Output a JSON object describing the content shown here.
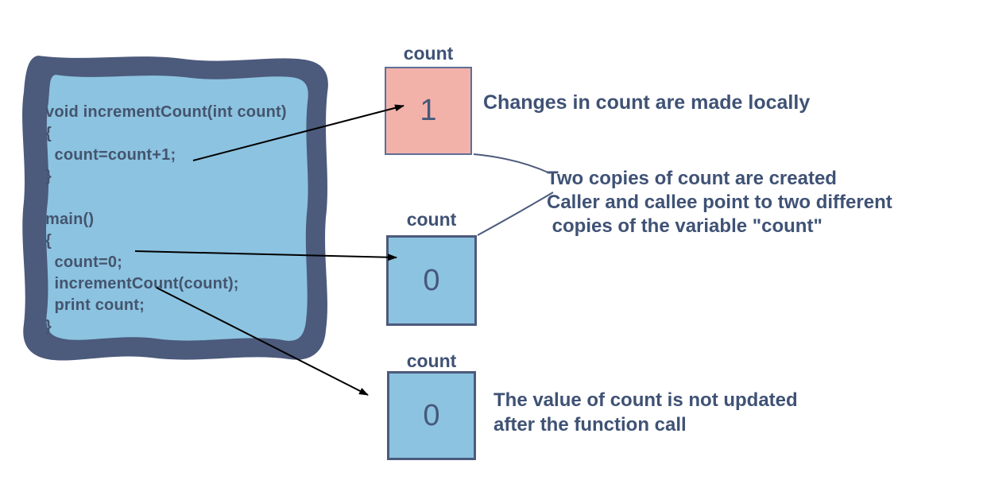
{
  "panel": {
    "code_lines": [
      "void incrementCount(int count)",
      "{",
      "  count=count+1;",
      "}",
      "",
      "main()",
      "{",
      "  count=0;",
      "  incrementCount(count);",
      "  print count;",
      "}"
    ]
  },
  "boxes": {
    "callee": {
      "label": "count",
      "value": "1"
    },
    "caller": {
      "label": "count",
      "value": "0"
    },
    "final": {
      "label": "count",
      "value": "0"
    }
  },
  "annotations": {
    "local": "Changes in count are made locally",
    "copies_line1": "Two copies of count are created",
    "copies_line2": "Caller and callee point to two different",
    "copies_line3": " copies of the variable \"count\"",
    "final_line1": "The value of count is not updated",
    "final_line2": "after the function call"
  },
  "colors": {
    "panel_border": "#4C5A7C",
    "panel_fill": "#8CC3E0",
    "box_pink_fill": "#F2B2AA",
    "box_blue_fill": "#8CC3E0",
    "box_border": "#4C5A7C",
    "text": "#3F5275",
    "code_text": "#44546E",
    "arrow": "#000000",
    "connector": "#4C5A7C"
  }
}
